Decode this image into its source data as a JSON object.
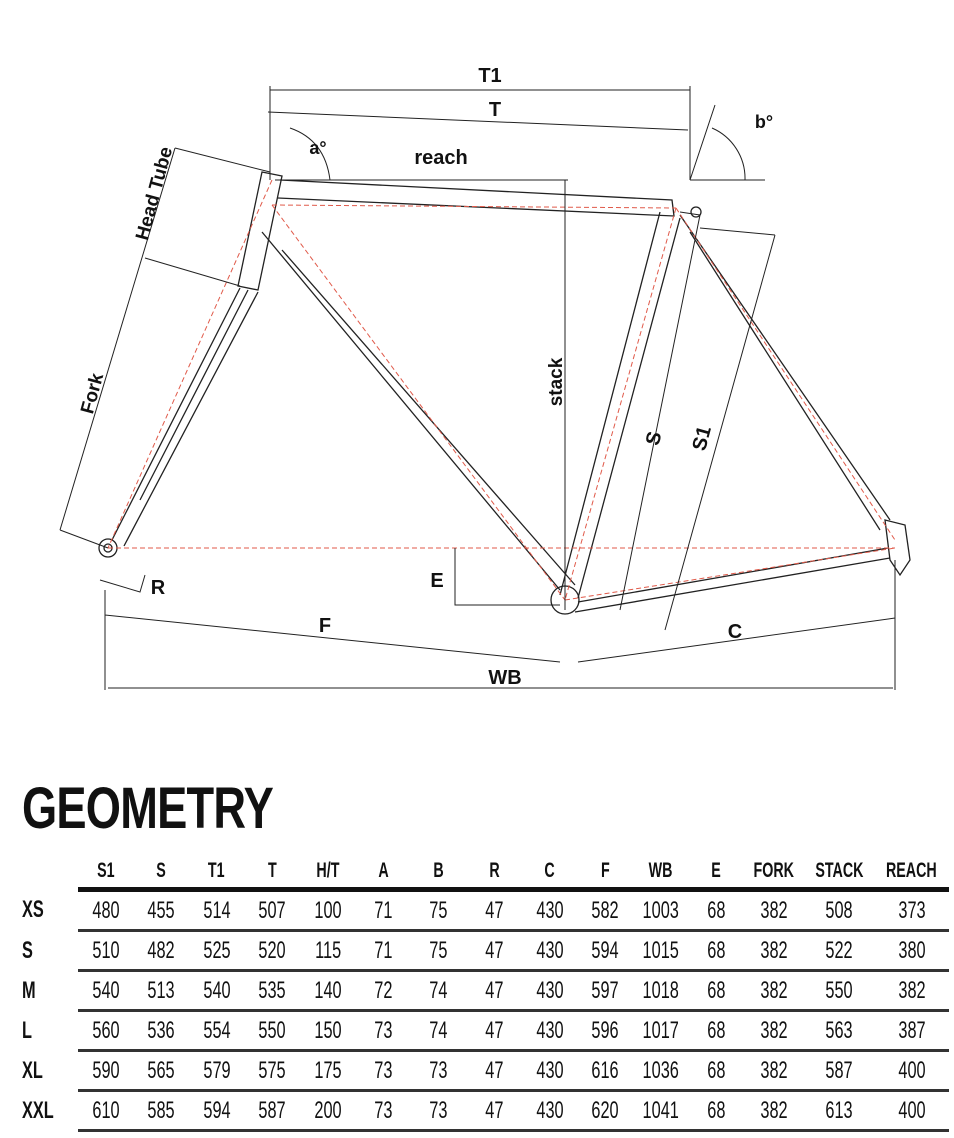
{
  "diagram": {
    "labels": {
      "t1": "T1",
      "t": "T",
      "b_angle": "b°",
      "a_angle": "a°",
      "reach": "reach",
      "head_tube": "Head Tube",
      "fork": "Fork",
      "stack": "stack",
      "s": "S",
      "s1": "S1",
      "r": "R",
      "e": "E",
      "f": "F",
      "c": "C",
      "wb": "WB"
    },
    "colors": {
      "line": "#222222",
      "dashed": "#e05a4a"
    }
  },
  "title": "GEOMETRY",
  "table": {
    "headers": [
      "S1",
      "S",
      "T1",
      "T",
      "H/T",
      "A",
      "B",
      "R",
      "C",
      "F",
      "WB",
      "E",
      "FORK",
      "STACK",
      "REACH"
    ],
    "rows": [
      {
        "size": "XS",
        "values": [
          "480",
          "455",
          "514",
          "507",
          "100",
          "71",
          "75",
          "47",
          "430",
          "582",
          "1003",
          "68",
          "382",
          "508",
          "373"
        ]
      },
      {
        "size": "S",
        "values": [
          "510",
          "482",
          "525",
          "520",
          "115",
          "71",
          "75",
          "47",
          "430",
          "594",
          "1015",
          "68",
          "382",
          "522",
          "380"
        ]
      },
      {
        "size": "M",
        "values": [
          "540",
          "513",
          "540",
          "535",
          "140",
          "72",
          "74",
          "47",
          "430",
          "597",
          "1018",
          "68",
          "382",
          "550",
          "382"
        ]
      },
      {
        "size": "L",
        "values": [
          "560",
          "536",
          "554",
          "550",
          "150",
          "73",
          "74",
          "47",
          "430",
          "596",
          "1017",
          "68",
          "382",
          "563",
          "387"
        ]
      },
      {
        "size": "XL",
        "values": [
          "590",
          "565",
          "579",
          "575",
          "175",
          "73",
          "73",
          "47",
          "430",
          "616",
          "1036",
          "68",
          "382",
          "587",
          "400"
        ]
      },
      {
        "size": "XXL",
        "values": [
          "610",
          "585",
          "594",
          "587",
          "200",
          "73",
          "73",
          "47",
          "430",
          "620",
          "1041",
          "68",
          "382",
          "613",
          "400"
        ]
      }
    ]
  }
}
